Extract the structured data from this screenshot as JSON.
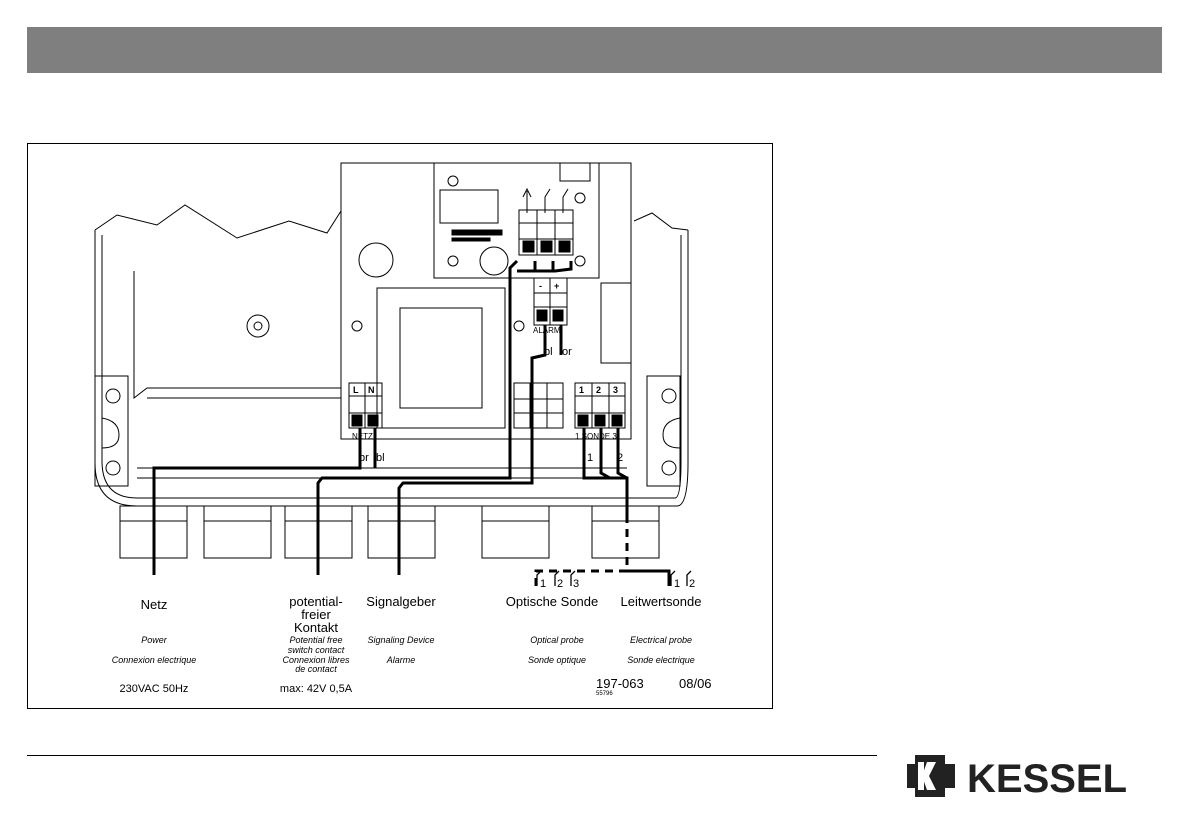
{
  "header": {
    "bar_color": "#7f7f7f"
  },
  "terminals": {
    "netz_L": "L",
    "netz_N": "N",
    "netz_label": "NETZ",
    "alarm_minus": "-",
    "alarm_plus": "+",
    "alarm_label": "ALARM",
    "alarm_wire_bl": "bl",
    "alarm_wire_or": "or",
    "sonde_1": "1",
    "sonde_2": "2",
    "sonde_3": "3",
    "sonde_label": "1 SONDE 3",
    "netz_wire_br": "br",
    "netz_wire_bl": "bl",
    "probe_wire_1": "1",
    "probe_wire_2": "2"
  },
  "probes": {
    "optical_pin_1": "1",
    "optical_pin_2": "2",
    "optical_pin_3": "3",
    "electrical_pin_1": "1",
    "electrical_pin_2": "2"
  },
  "captions": {
    "netz": "Netz",
    "potential_line1": "potential-",
    "potential_line2": "freier",
    "potential_line3": "Kontakt",
    "signal": "Signalgeber",
    "optical": "Optische Sonde",
    "conductivity": "Leitwertsonde",
    "power_en": "Power",
    "power_fr": "Connexion electrique",
    "switch_en_1": "Potential free",
    "switch_en_2": "switch contact",
    "switch_fr_1": "Connexion libres",
    "switch_fr_2": "de contact",
    "signal_en": "Signaling Device",
    "signal_fr": "Alarme",
    "optical_en": "Optical probe",
    "optical_fr": "Sonde optique",
    "electrical_en": "Electrical probe",
    "electrical_fr": "Sonde electrique",
    "voltage": "230VAC 50Hz",
    "contact_rating": "max: 42V 0,5A"
  },
  "doc": {
    "number": "197-063",
    "sub_number": "55796",
    "date": "08/06"
  },
  "brand": {
    "name": "KESSEL"
  }
}
